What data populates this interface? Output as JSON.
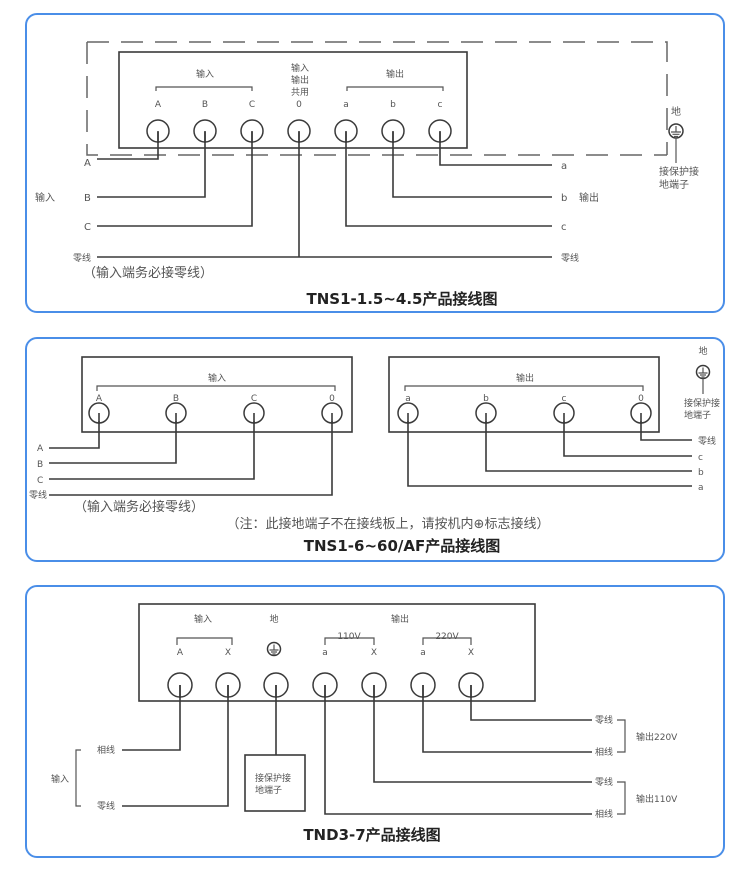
{
  "colors": {
    "panel_border": "#4a8ee8",
    "line": "#3a3a3a",
    "text": "#555555",
    "title": "#222222"
  },
  "diagram1": {
    "title": "TNS1-1.5~4.5产品接线图",
    "group_input": "输入",
    "group_common": [
      "输入",
      "输出",
      "共用"
    ],
    "group_output": "输出",
    "terminals": [
      "A",
      "B",
      "C",
      "0",
      "a",
      "b",
      "c"
    ],
    "left_wires": [
      "A",
      "B",
      "C",
      "零线"
    ],
    "left_group_label": "输入",
    "right_wires": [
      "a",
      "b",
      "c",
      "零线"
    ],
    "right_group_label": "输出",
    "ground_label": "地",
    "ground_note": [
      "接保护接",
      "地端子"
    ],
    "neutral_note": "（输入端务必接零线）"
  },
  "diagram2": {
    "title": "TNS1-6~60/AF产品接线图",
    "input_box_label": "输入",
    "input_terminals": [
      "A",
      "B",
      "C",
      "0"
    ],
    "left_wires": [
      "A",
      "B",
      "C",
      "零线"
    ],
    "output_box_label": "输出",
    "output_terminals": [
      "a",
      "b",
      "c",
      "0"
    ],
    "right_wires": [
      "零线",
      "c",
      "b",
      "a"
    ],
    "ground_label": "地",
    "ground_note": [
      "接保护接",
      "地端子"
    ],
    "neutral_note": "（输入端务必接零线）",
    "ground_note_line": "（注：此接地端子不在接线板上，请按机内⊕标志接线）"
  },
  "diagram3": {
    "title": "TND3-7产品接线图",
    "label_input": "输入",
    "label_ground": "地",
    "label_output": "输出",
    "label_110": "110V",
    "label_220": "220V",
    "terminals": [
      "A",
      "X",
      "",
      "a",
      "X",
      "a",
      "X"
    ],
    "input_wires": [
      "相线",
      "零线"
    ],
    "input_group": "输入",
    "ground_box": [
      "接保护接",
      "地端子"
    ],
    "out220_wires": [
      "零线",
      "相线"
    ],
    "out220_group": "输出220V",
    "out110_wires": [
      "零线",
      "相线"
    ],
    "out110_group": "输出110V"
  }
}
